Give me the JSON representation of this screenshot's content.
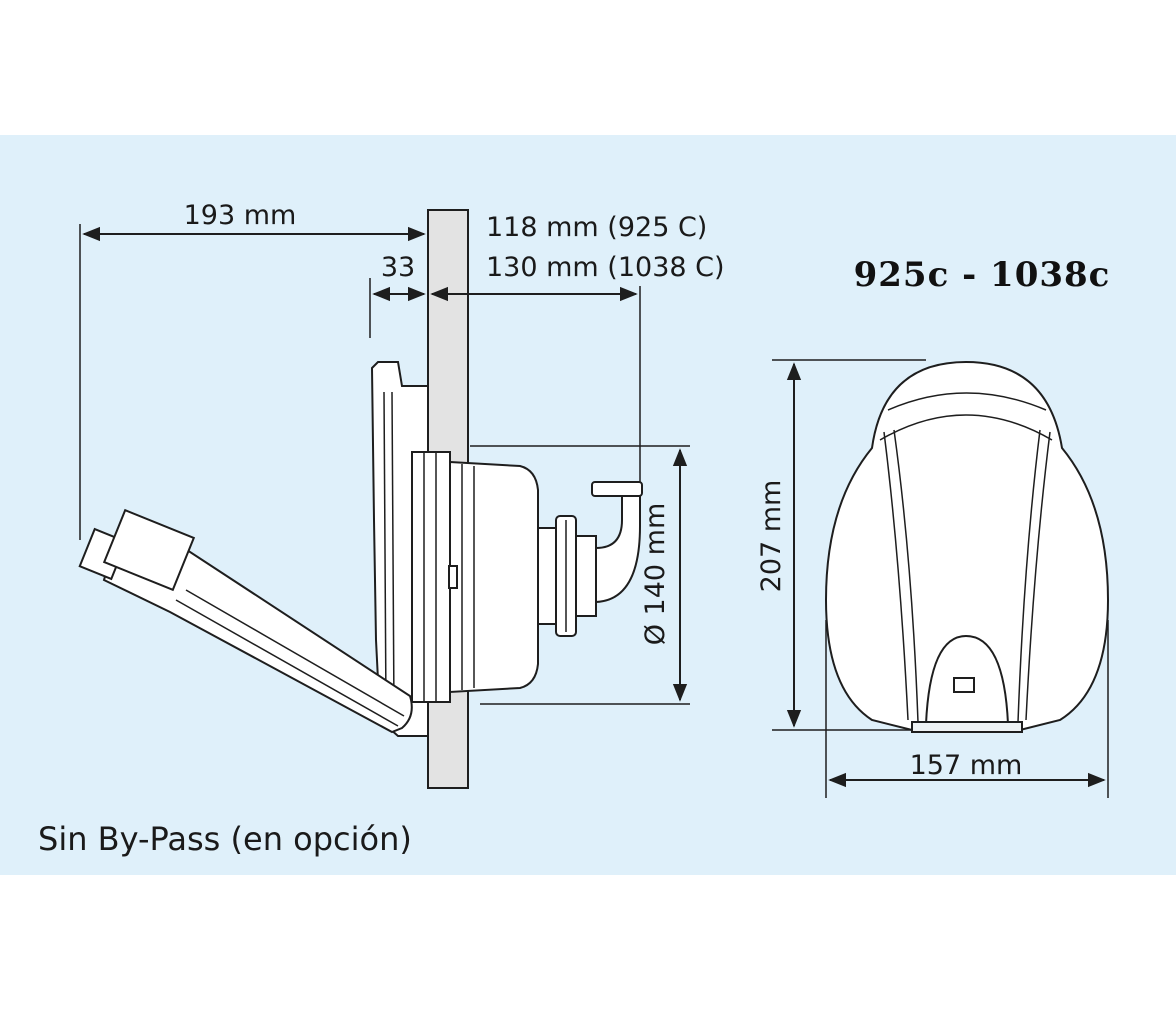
{
  "model_title": "925c - 1038c",
  "caption": "Sin By-Pass (en opción)",
  "dimensions": {
    "overall_length": "193 mm",
    "flange_depth": "33",
    "body_depth_925": "118 mm  (925 C)",
    "body_depth_1038": "130 mm  (1038 C)",
    "diameter": "Ø 140 mm",
    "height": "207 mm",
    "width": "157 mm"
  },
  "colors": {
    "panel_background": "#dff0fa",
    "outline": "#1e1e1e",
    "bulkhead": "#e3e3e3"
  }
}
